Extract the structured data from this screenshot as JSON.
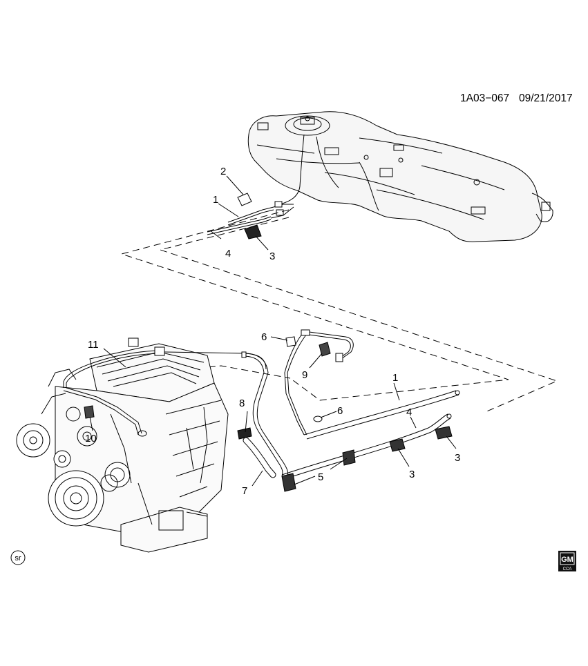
{
  "header": {
    "code": "1A03−067",
    "date": "09/21/2017"
  },
  "callouts": {
    "top": {
      "c1": "1",
      "c2": "2",
      "c3": "3",
      "c4": "4"
    },
    "bottom": {
      "c1": "1",
      "c3a": "3",
      "c3b": "3",
      "c4": "4",
      "c5": "5",
      "c6a": "6",
      "c6b": "6",
      "c7": "7",
      "c8": "8",
      "c9": "9",
      "c10": "10",
      "c11": "11"
    }
  },
  "footer": {
    "sr_badge": "sr",
    "gm_logo_text": "GM",
    "gm_logo_sub": "CCA"
  },
  "colors": {
    "line": "#000000",
    "background": "#ffffff",
    "tank_shade": "#f4f4f4"
  }
}
